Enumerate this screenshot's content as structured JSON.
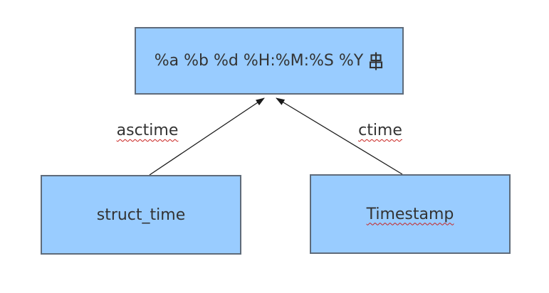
{
  "diagram": {
    "title": "time format conversion diagram",
    "colors": {
      "node_fill": "#99ccff",
      "node_border": "#5f6b7a",
      "text": "#333333",
      "arrow": "#1a1a1a",
      "spellcheck_squiggle": "#c9211e",
      "background": "#ffffff"
    },
    "nodes": [
      {
        "id": "format-string",
        "format_text": "%a %b %d %H:%M:%S %Y",
        "cjk_char": "串",
        "full_label": "%a %b %d %H:%M:%S %Y 串"
      },
      {
        "id": "struct-time",
        "label": "struct_time"
      },
      {
        "id": "timestamp",
        "label": "Timestamp"
      }
    ],
    "edges": [
      {
        "label": "asctime",
        "from": "struct_time",
        "to": "format-string"
      },
      {
        "label": "ctime",
        "from": "Timestamp",
        "to": "format-string"
      }
    ]
  }
}
